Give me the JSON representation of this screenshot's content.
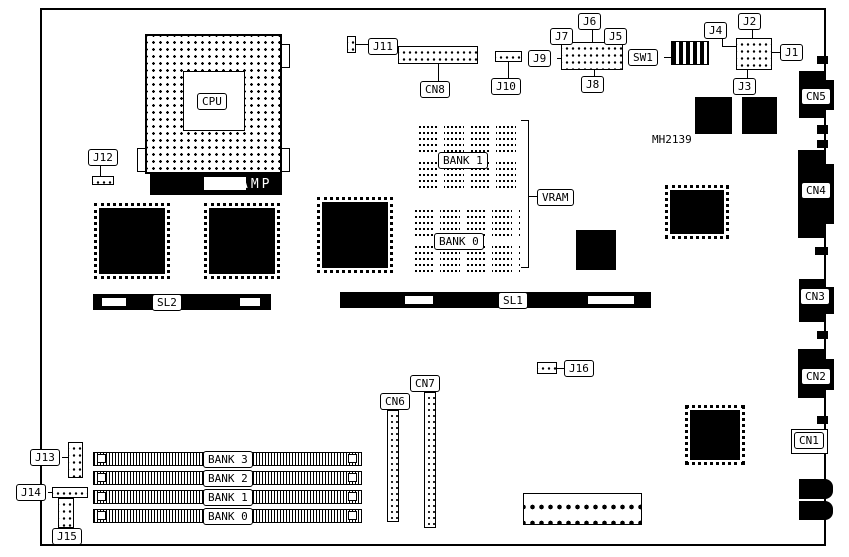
{
  "labels": {
    "cpu": "CPU",
    "amp": "AMP",
    "j1": "J1",
    "j2": "J2",
    "j3": "J3",
    "j4": "J4",
    "j5": "J5",
    "j6": "J6",
    "j7": "J7",
    "j8": "J8",
    "j9": "J9",
    "j10": "J10",
    "j11": "J11",
    "j12": "J12",
    "j13": "J13",
    "j14": "J14",
    "j15": "J15",
    "j16": "J16",
    "cn1": "CN1",
    "cn2": "CN2",
    "cn3": "CN3",
    "cn4": "CN4",
    "cn5": "CN5",
    "cn6": "CN6",
    "cn7": "CN7",
    "cn8": "CN8",
    "sw1": "SW1",
    "sl1": "SL1",
    "sl2": "SL2",
    "vram": "VRAM",
    "vram_bank_1": "BANK 1",
    "vram_bank_0": "BANK 0",
    "simm_bank_3": "BANK 3",
    "simm_bank_2": "BANK 2",
    "simm_bank_1": "BANK 1",
    "simm_bank_0": "BANK 0",
    "mh2139": "MH2139"
  }
}
